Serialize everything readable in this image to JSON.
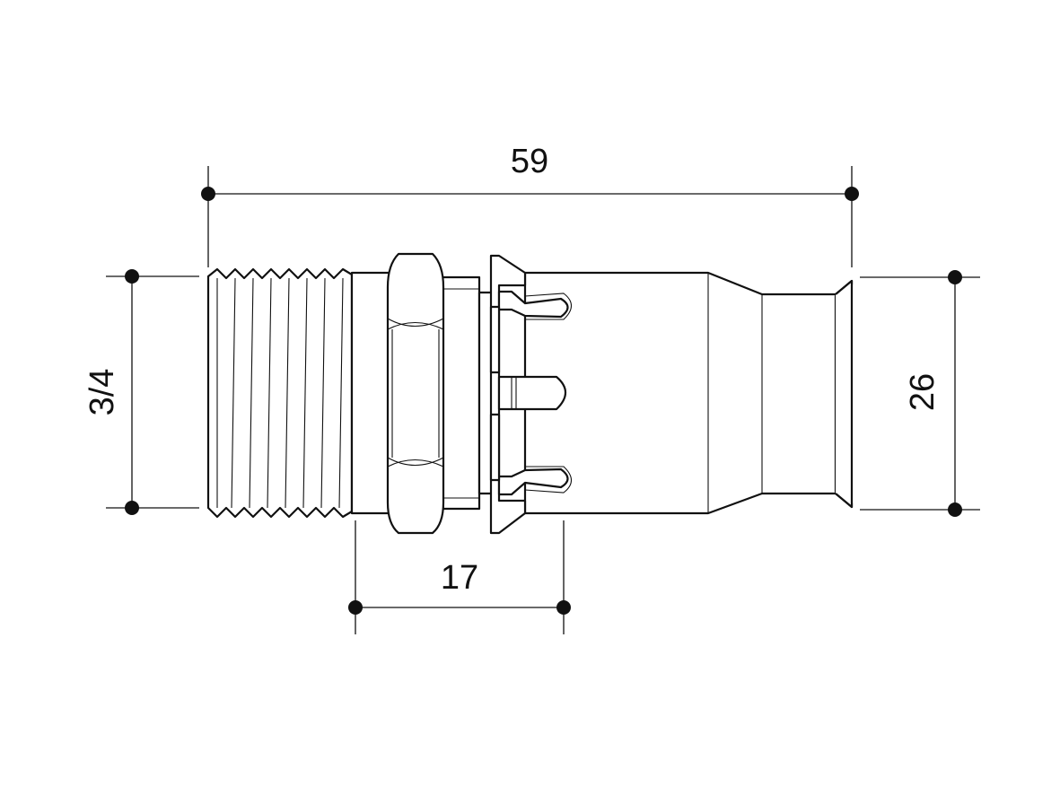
{
  "dimensions": {
    "overall_length": "59",
    "thread_size": "3/4",
    "pipe_diameter": "26",
    "socket_depth": "17"
  },
  "colors": {
    "line": "#111111",
    "background": "#ffffff"
  }
}
